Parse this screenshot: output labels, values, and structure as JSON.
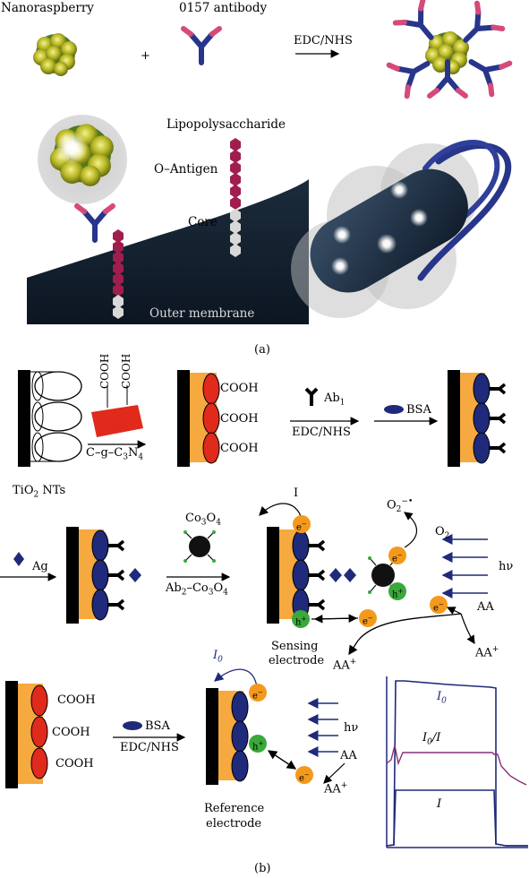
{
  "panel_a": {
    "nanoraspberry": "Nanoraspberry",
    "plus": "+",
    "antibody": "0157 antibody",
    "coupling": "EDC/NHS",
    "lipopolysaccharide": "Lipopolysaccharide",
    "o_antigen": "O–Antigen",
    "core": "Core",
    "outer_membrane": "Outer membrane",
    "caption": "(a)"
  },
  "panel_b": {
    "cooh": "COOH",
    "cooh_vertical_1": "COOH",
    "cooh_vertical_2": "COOH",
    "cgcn_prefix": "C–g–C",
    "cgcn_sub": "3",
    "cgcn_n": "N",
    "cgcn_sub2": "4",
    "ab1": "Ab",
    "ab1_sub": "1",
    "edc_nhs": "EDC/NHS",
    "bsa": "BSA",
    "tio2_prefix": "TiO",
    "tio2_sub": "2",
    "tio2_suffix": " NTs",
    "ag": "Ag",
    "co3o4_prefix": "Co",
    "co3o4_sub1": "3",
    "co3o4_mid": "O",
    "co3o4_sub2": "4",
    "ab2_co3o4_prefix": "Ab",
    "ab2_sub": "2",
    "ab2_rest": "–Co",
    "ab2_sub3": "3",
    "ab2_o": "O",
    "ab2_sub4": "4",
    "i_label": "I",
    "electron": "e",
    "minus": "−",
    "hole": "h",
    "plus": "+",
    "o2_radical": "O",
    "o2_radical_sub": "2",
    "o2_radical_sup": "−•",
    "o2": "O",
    "o2_sub": "2",
    "hv": "hν",
    "aa": "AA",
    "aa_plus": "AA",
    "aa_plus_sup": "+",
    "sensing_electrode_1": "Sensing",
    "sensing_electrode_2": "electrode",
    "i0": "I",
    "i0_sub": "0",
    "reference_electrode_1": "Reference",
    "reference_electrode_2": "electrode",
    "graph_i0": "I",
    "graph_i0_sub": "0",
    "graph_ratio": "I",
    "graph_ratio_sub": "0",
    "graph_ratio_rest": "/I",
    "graph_i": "I",
    "caption": "(b)"
  },
  "colors": {
    "navy": "#1f2a7a",
    "orange": "#f39a1c",
    "green": "#3aa83a",
    "red": "#e02a1c",
    "purple": "#8a2f7a",
    "crimson": "#a01e4e"
  }
}
